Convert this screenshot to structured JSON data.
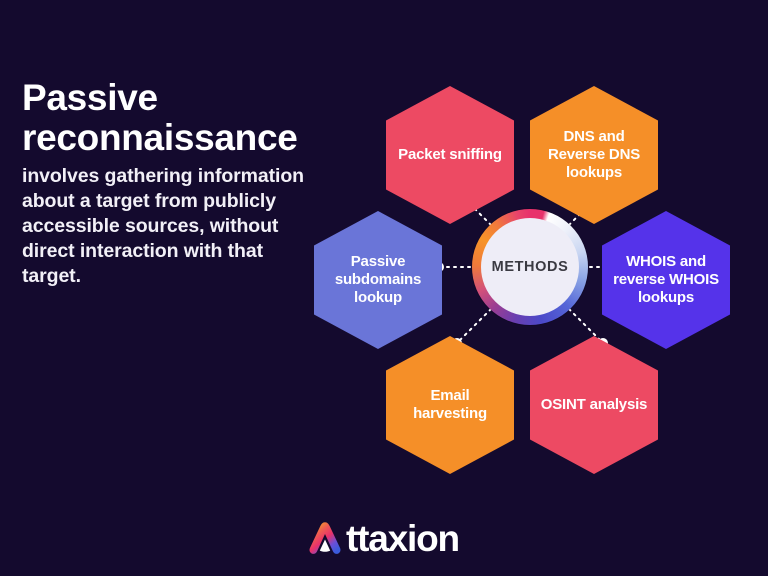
{
  "background_color": "#140a2e",
  "headline": "Passive reconnaissance",
  "body_copy": "involves gathering information about a target from publicly accessible sources, without direct interaction with that target.",
  "center": {
    "label": "METHODS"
  },
  "methods": [
    {
      "id": "packet-sniffing",
      "label": "Packet sniffing",
      "color": "#ed4a63",
      "position": "top-left"
    },
    {
      "id": "dns-lookups",
      "label": "DNS and Reverse DNS lookups",
      "color": "#f58f28",
      "position": "top-right"
    },
    {
      "id": "whois-lookups",
      "label": "WHOIS and reverse WHOIS lookups",
      "color": "#5533ea",
      "position": "right"
    },
    {
      "id": "osint-analysis",
      "label": "OSINT analysis",
      "color": "#ed4a63",
      "position": "bottom-right"
    },
    {
      "id": "email-harvesting",
      "label": "Email harvesting",
      "color": "#f58f28",
      "position": "bottom-left"
    },
    {
      "id": "passive-subdomains",
      "label": "Passive subdomains lookup",
      "color": "#6a75d8",
      "position": "left"
    }
  ],
  "logo": {
    "word": "ttaxion",
    "mark": "attaxion-a-icon"
  }
}
